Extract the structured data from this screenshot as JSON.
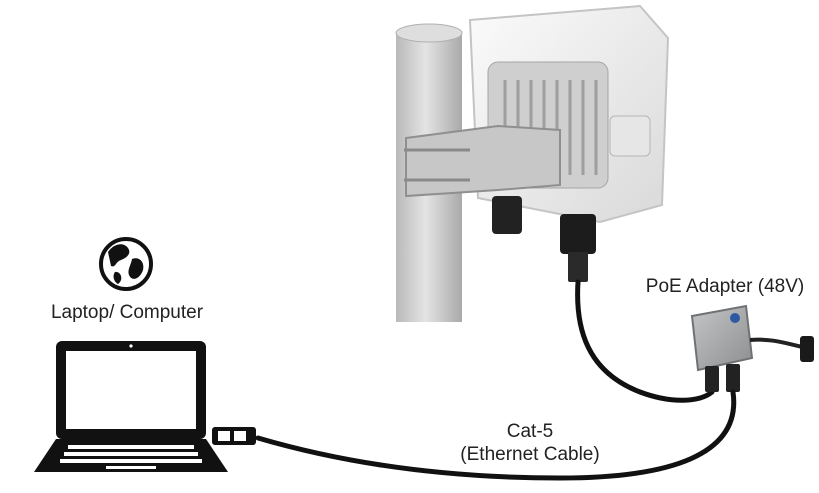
{
  "labels": {
    "laptop": "Laptop/ Computer",
    "poe_adapter": "PoE Adapter (48V)",
    "cable_name": "Cat-5",
    "cable_desc": "(Ethernet Cable)"
  },
  "icons": {
    "globe": "globe-icon",
    "laptop": "laptop-icon"
  },
  "colors": {
    "cable": "#111111",
    "device_body": "#f2f2f2",
    "pole": "#cfcfcf",
    "adapter": "#a7a9ab",
    "text": "#222222"
  }
}
